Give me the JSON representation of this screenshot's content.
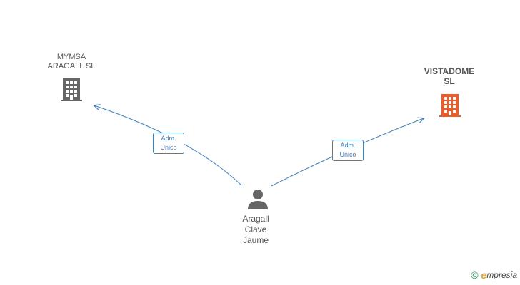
{
  "nodes": {
    "company_left": {
      "name_line1": "MYMSA",
      "name_line2": "ARAGALL SL",
      "icon": "building-icon",
      "color": "#666666"
    },
    "company_right": {
      "name_line1": "VISTADOME",
      "name_line2": "SL",
      "icon": "building-icon",
      "color": "#f05a28"
    },
    "person": {
      "name_line1": "Aragall",
      "name_line2": "Clave",
      "name_line3": "Jaume",
      "icon": "person-icon",
      "color": "#666666"
    }
  },
  "edges": [
    {
      "from": "person",
      "to": "company_left",
      "label_line1": "Adm.",
      "label_line2": "Unico"
    },
    {
      "from": "person",
      "to": "company_right",
      "label_line1": "Adm.",
      "label_line2": "Unico"
    }
  ],
  "colors": {
    "edge": "#3b7dd8"
  },
  "watermark": {
    "copyright": "©",
    "brand_initial": "e",
    "brand_rest": "mpresia"
  }
}
